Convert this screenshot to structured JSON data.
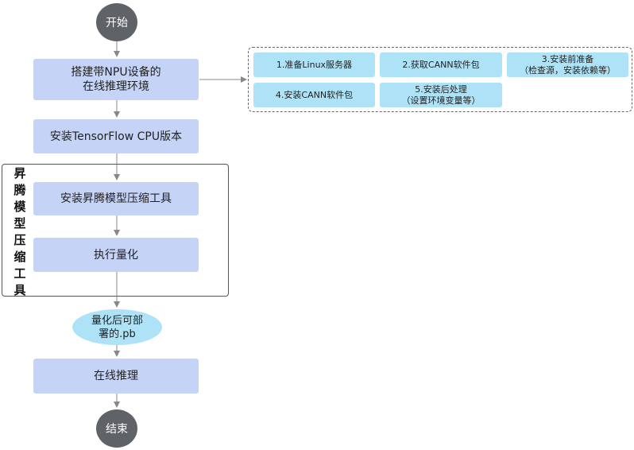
{
  "start": "开始",
  "end": "结束",
  "steps": {
    "setup_npu": "搭建带NPU设备的\n在线推理环境",
    "install_tf": "安装TensorFlow CPU版本",
    "install_tool": "安装昇腾模型压缩工具",
    "quantize": "执行量化",
    "result_pb": "量化后可部\n署的.pb",
    "online_infer": "在线推理"
  },
  "group": {
    "label": "昇腾模型压缩工具"
  },
  "substeps": [
    "1.准备Linux服务器",
    "2.获取CANN软件包",
    "3.安装前准备\n（检查源，安装依赖等）",
    "4.安装CANN软件包",
    "5.安装后处理\n（设置环境变量等）"
  ],
  "colors": {
    "circle": "#5f6368",
    "step": "#c5d3f7",
    "light_blue": "#aee3f7",
    "line": "#888888"
  }
}
